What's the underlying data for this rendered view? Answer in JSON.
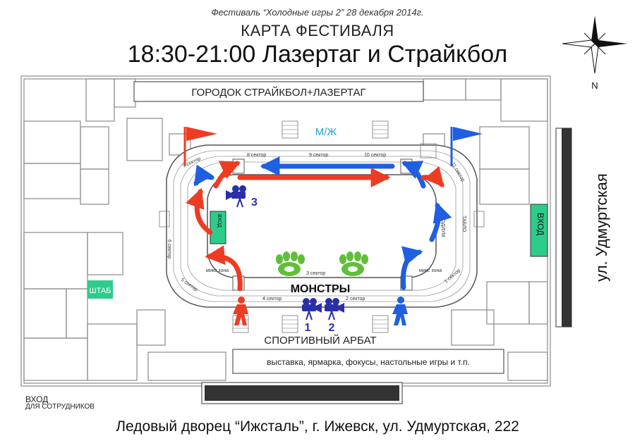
{
  "header": {
    "festival": "Фестиваль “Холодные игры 2”  28 декабря 2014г.",
    "map_title": "КАРТА ФЕСТИВАЛЯ",
    "event_time": "18:30-21:00 Лазертаг и Страйкбол"
  },
  "compass": {
    "label": "N"
  },
  "zones": {
    "town": "ГОРОДОК СТРАЙКБОЛ+ЛАЗЕРТАГ",
    "wc": "М/Ж",
    "monsters": "МОНСТРЫ",
    "sport_arbat": "СПОРТИВНЫЙ АРБАТ",
    "exhibition": "выставка, ярмарка, фокусы, настольные игры и т.п.",
    "hq": "ШТАБ",
    "entrance_main": "ВХОД",
    "entrance_side": "ВХОД",
    "street": "ул. Удмуртская",
    "mixzone": "микс зона",
    "scoreboard": "ТАБЛО",
    "pulpit": "ПОДИУМ"
  },
  "sectors": [
    "1 сектор",
    "2 сектор",
    "3 сектор",
    "4 сектор",
    "5 сектор",
    "6 сектор",
    "7 сектор",
    "8 сектор",
    "9 сектор",
    "10 сектор",
    "11 сектор"
  ],
  "cameras": [
    "1",
    "2",
    "3"
  ],
  "colors": {
    "red": "#ee3c23",
    "blue": "#1f5fe0",
    "green": "#2dcc8a",
    "monster_green": "#5fbf3a",
    "camera": "#2a2fa8",
    "wall": "#8a8a8a"
  },
  "footer": {
    "address": "Ледовый дворец “Ижсталь”, г. Ижевск, ул. Удмуртская, 222",
    "staff_entrance_1": "ВХОД",
    "staff_entrance_2": "ДЛЯ СОТРУДНИКОВ"
  }
}
